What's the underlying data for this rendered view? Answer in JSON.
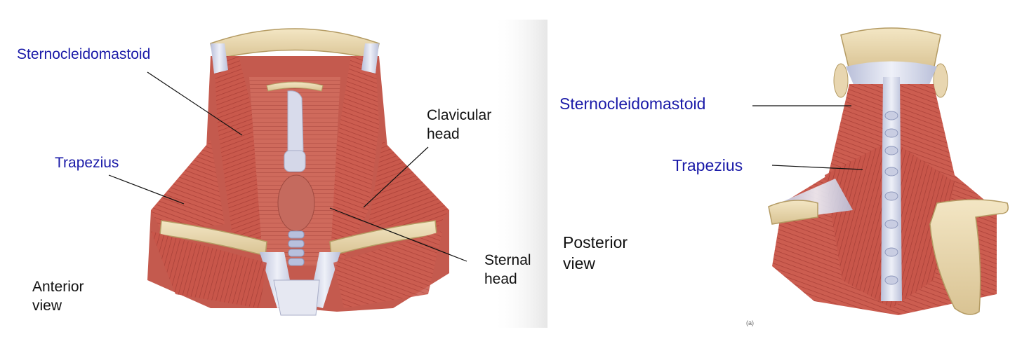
{
  "anterior": {
    "labels": {
      "sternocleidomastoid": "Sternocleidomastoid",
      "trapezius": "Trapezius",
      "clavicular_head": "Clavicular head",
      "sternal_head": "Sternal head",
      "view": "Anterior view"
    }
  },
  "posterior": {
    "labels": {
      "sternocleidomastoid": "Sternocleidomastoid",
      "trapezius": "Trapezius",
      "view": "Posterior view",
      "fig_marker": "(a)"
    }
  },
  "colors": {
    "muscle": "#c8554a",
    "muscle_dark": "#a23a33",
    "tendon": "#d9dbe8",
    "bone": "#ecdcb5",
    "label_blue": "#1a1aa8",
    "leader": "#111111"
  }
}
